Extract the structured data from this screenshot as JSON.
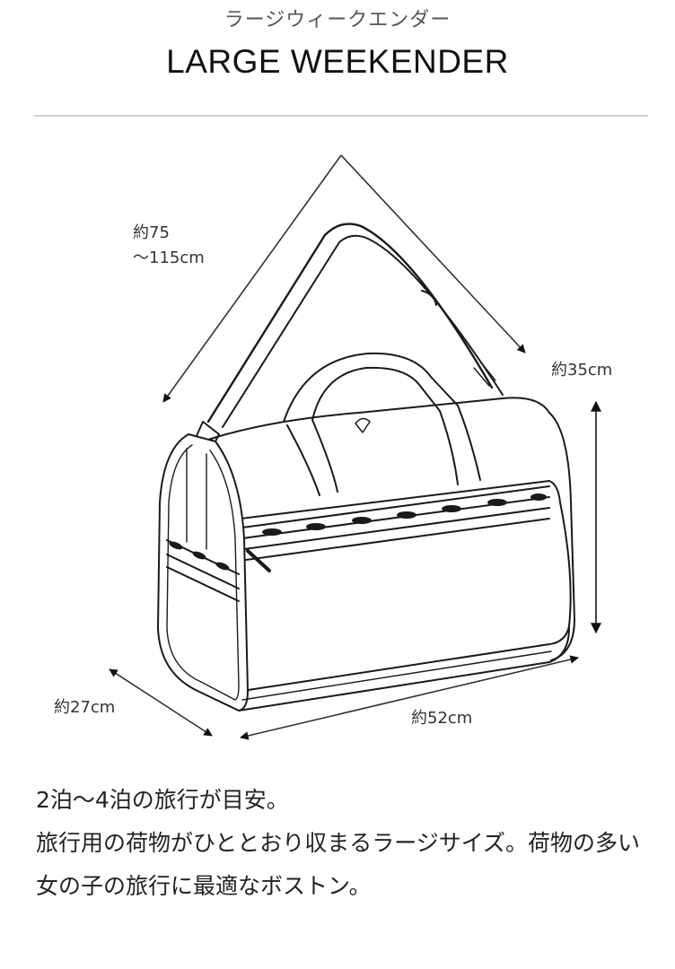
{
  "header": {
    "subtitle_jp": "ラージウィークエンダー",
    "title": "LARGE WEEKENDER"
  },
  "diagram": {
    "subject": "duffel bag line illustration with shoulder strap",
    "dimensions": {
      "strap_length_line1": "約75",
      "strap_length_line2": "～115cm",
      "height": "約35cm",
      "depth": "約27cm",
      "width": "約52cm"
    },
    "line_color": "#1a1a1a",
    "arrow_color": "#111111"
  },
  "description": {
    "line1": "2泊～4泊の旅行が目安。",
    "line2": "旅行用の荷物がひととおり収まるラージサイズ。荷物の多い女の子の旅行に最適なボストン。"
  }
}
